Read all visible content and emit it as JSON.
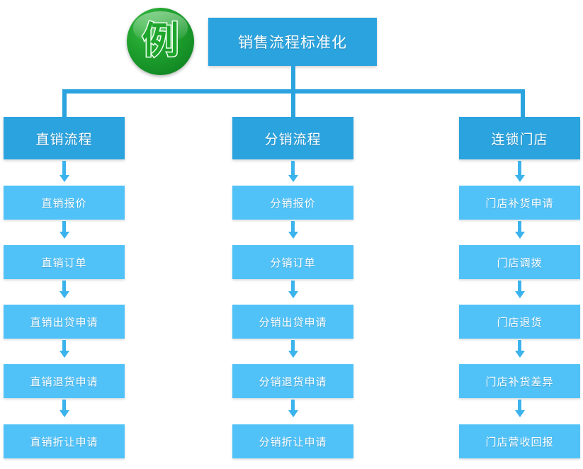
{
  "diagram": {
    "badge": {
      "char": "例",
      "name": "example-badge"
    },
    "root": {
      "label": "销售流程标准化"
    },
    "colors": {
      "root_fill": "#2ba3de",
      "level2_fill": "#2ba3de",
      "leaf_fill": "#51c2f8",
      "connector": "#2ba3de",
      "arrow": "#3bb3ec",
      "badge_green": "#1ea62c",
      "text": "#ffffff",
      "background": "#ffffff"
    },
    "branches": [
      {
        "label": "直销流程",
        "steps": [
          "直销报价",
          "直销订单",
          "直销出贷申请",
          "直销退货申请",
          "直销折让申请"
        ]
      },
      {
        "label": "分销流程",
        "steps": [
          "分销报价",
          "分销订单",
          "分销出贷申请",
          "分销退货申请",
          "分销折让申请"
        ]
      },
      {
        "label": "连锁门店",
        "steps": [
          "门店补货申请",
          "门店调拨",
          "门店退货",
          "门店补货差异",
          "门店营收回报"
        ]
      }
    ]
  }
}
